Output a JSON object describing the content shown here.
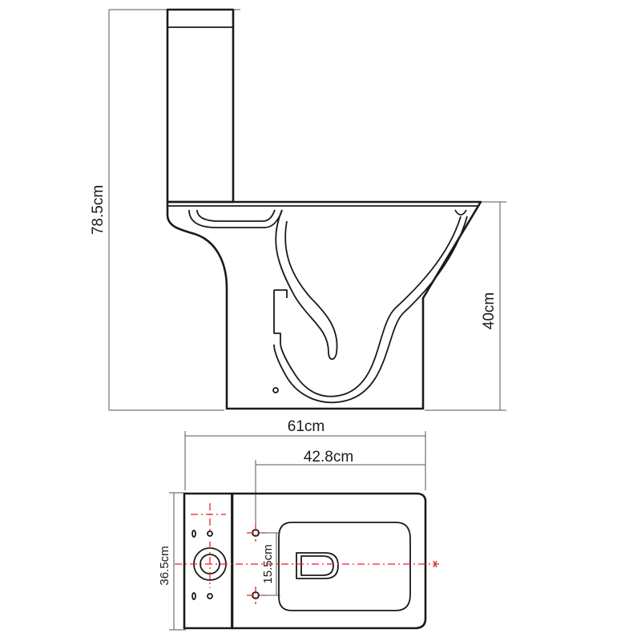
{
  "dimensions": {
    "total_height": "78.5cm",
    "pan_height": "40cm",
    "total_length": "61cm",
    "outlet_distance": "42.8cm",
    "width": "36.5cm",
    "fixing_spacing": "15.5cm"
  },
  "colors": {
    "outline": "#1a1a1a",
    "dimension_line": "#555555",
    "centre_line": "#e0252f"
  }
}
